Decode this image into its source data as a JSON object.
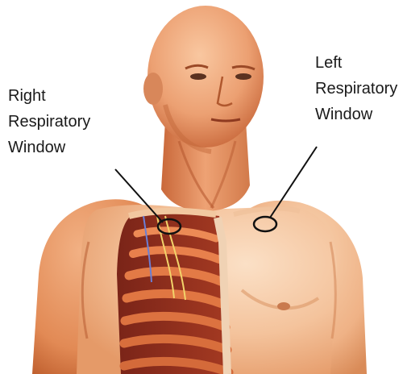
{
  "labels": {
    "right_window": [
      "Right",
      "Respiratory",
      "Window"
    ],
    "left_window": [
      "Left",
      "Respiratory",
      "Window"
    ]
  },
  "colors": {
    "skin_light": "#f7c29a",
    "skin_mid": "#e9935c",
    "skin_dark": "#c25a2e",
    "muscle": "#b0452a",
    "rib": "#e07a4a",
    "rib_dark": "#8f2d1e",
    "annotation": "#111111"
  }
}
